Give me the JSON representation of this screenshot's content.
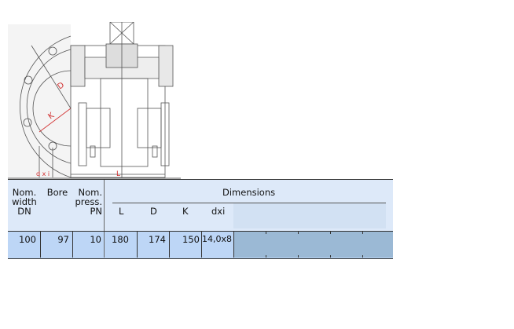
{
  "drawing": {
    "labels": {
      "D": "D",
      "K": "K",
      "dxi": "d x i",
      "L": "L"
    }
  },
  "table": {
    "headers": {
      "dn": [
        "Nom.",
        "width",
        "DN"
      ],
      "bore": "Bore",
      "pn": [
        "Nom.",
        "press.",
        "PN"
      ],
      "dimensions": "Dimensions",
      "sub": [
        "L",
        "D",
        "K",
        "dxi"
      ]
    },
    "row": {
      "dn": "100",
      "bore": "97",
      "pn": "10",
      "L": "180",
      "D": "174",
      "K": "150",
      "dxi": "14,0x8"
    }
  },
  "colors": {
    "header": "#dde9f9",
    "row": "#bdd6f6",
    "empty": "#9bb9d5",
    "annotation": "#d23030"
  }
}
